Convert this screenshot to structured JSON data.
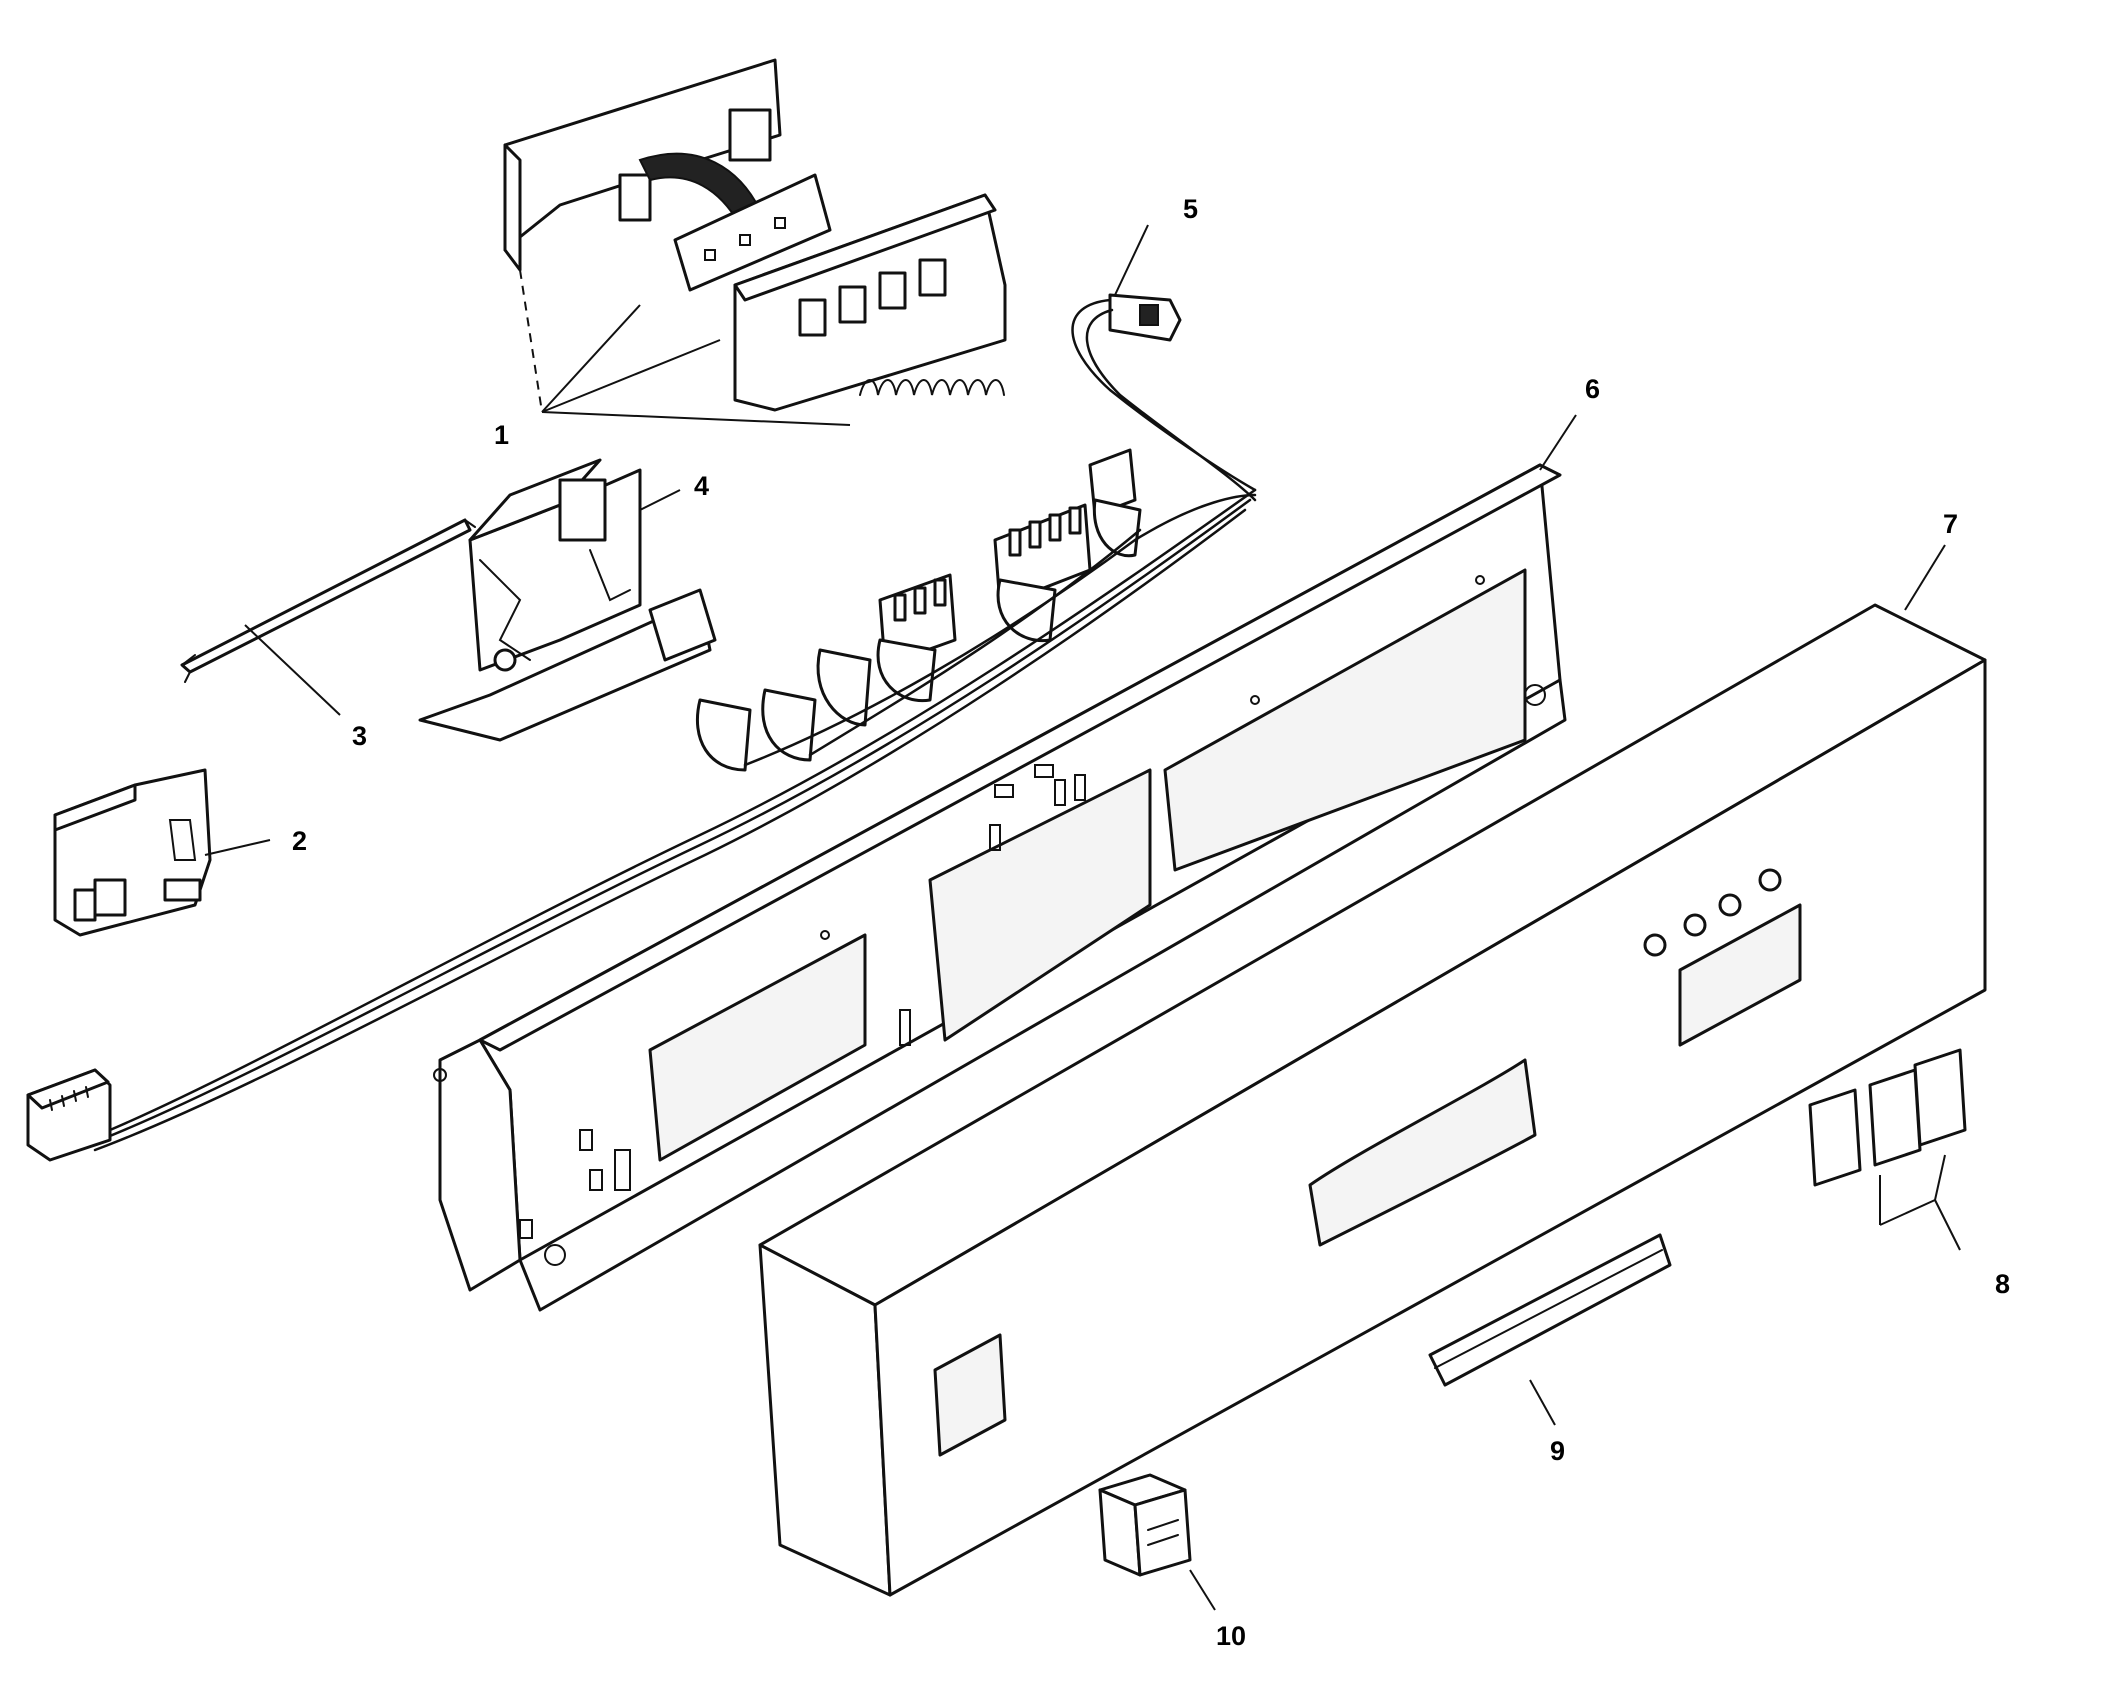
{
  "callouts": [
    {
      "id": "1",
      "text": "1"
    },
    {
      "id": "2",
      "text": "2"
    },
    {
      "id": "3",
      "text": "3"
    },
    {
      "id": "4",
      "text": "4"
    },
    {
      "id": "5",
      "text": "5"
    },
    {
      "id": "6",
      "text": "6"
    },
    {
      "id": "7",
      "text": "7"
    },
    {
      "id": "8",
      "text": "8"
    },
    {
      "id": "9",
      "text": "9"
    },
    {
      "id": "10",
      "text": "10"
    }
  ],
  "colors": {
    "line": "#111111",
    "background": "#ffffff"
  }
}
